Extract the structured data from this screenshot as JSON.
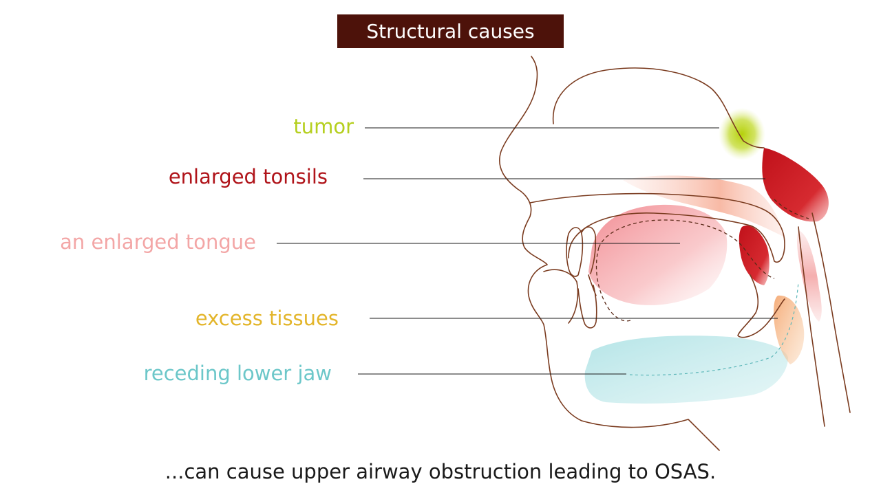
{
  "title": "Structural causes",
  "labels": {
    "tumor": "tumor",
    "enlarged_tonsils": "enlarged tonsils",
    "enlarged_tongue": "an enlarged tongue",
    "excess_tissues": "excess tissues",
    "receding_lower_jaw": "receding lower jaw"
  },
  "caption": "...can cause upper airway obstruction leading to OSAS.",
  "colors": {
    "title_background": "#4d120a",
    "tumor": "#b5cf1e",
    "enlarged_tonsils": "#b0141a",
    "enlarged_tongue": "#f3a6a6",
    "excess_tissues": "#e3b52a",
    "receding_lower_jaw": "#6cc7c9",
    "outline": "#7a3b1f"
  }
}
